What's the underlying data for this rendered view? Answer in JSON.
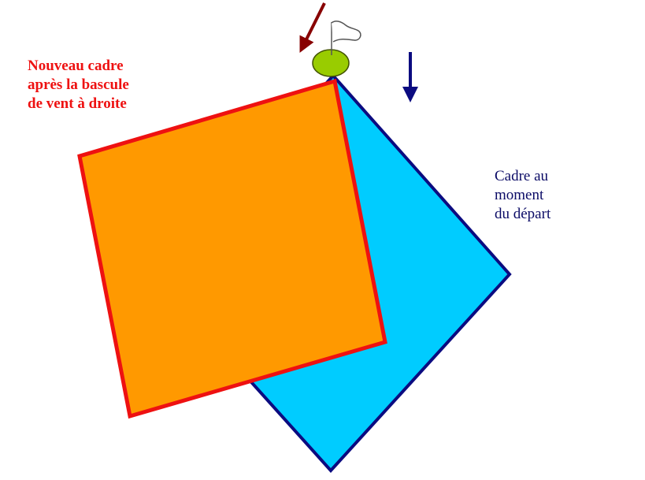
{
  "labels": {
    "new_frame": {
      "lines": [
        "Nouveau cadre",
        "après la bascule",
        "de vent à droite"
      ],
      "color": "#ee1111"
    },
    "start_frame": {
      "lines": [
        "Cadre au",
        "moment",
        "du départ"
      ],
      "color": "#0b0b66"
    }
  },
  "colors": {
    "start_frame_fill": "#00ccff",
    "start_frame_stroke": "#0b0b80",
    "new_frame_fill": "#ff9900",
    "new_frame_stroke": "#ee1111",
    "wind_arrow_new": "#880000",
    "wind_arrow_start": "#0b0b80",
    "green": "#99cc00",
    "flag_stroke": "#555555"
  },
  "icons": [
    "golf-green-icon",
    "flag-icon",
    "wind-arrow-new-icon",
    "wind-arrow-start-icon"
  ]
}
